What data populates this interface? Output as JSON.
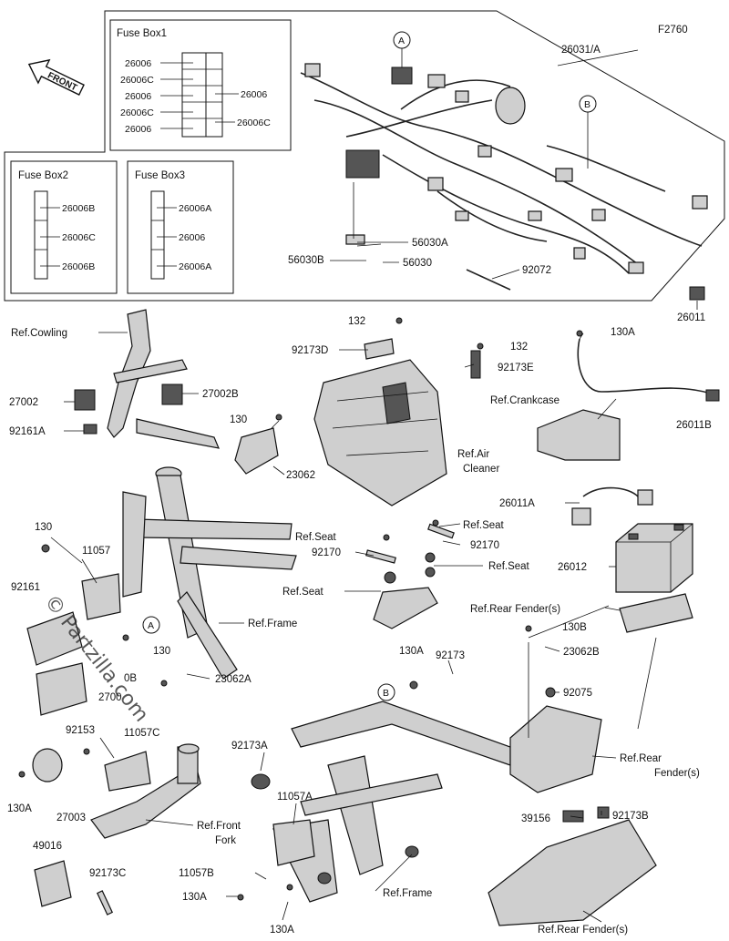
{
  "figure_code": "F2760",
  "front_label": "FRONT",
  "watermark": "© Partzilla.com",
  "fuse_boxes": {
    "box1": {
      "title": "Fuse Box1",
      "left_parts": [
        "26006",
        "26006C",
        "26006",
        "26006C",
        "26006"
      ],
      "right_parts": [
        "26006",
        "26006C"
      ]
    },
    "box2": {
      "title": "Fuse Box2",
      "parts": [
        "26006B",
        "26006C",
        "26006B"
      ]
    },
    "box3": {
      "title": "Fuse Box3",
      "parts": [
        "26006A",
        "26006",
        "26006A"
      ]
    }
  },
  "markers": {
    "a": "A",
    "b": "B"
  },
  "labels": {
    "harness": "26031/A",
    "l56030A": "56030A",
    "l56030B": "56030B",
    "l56030": "56030",
    "l92072": "92072",
    "l26011": "26011",
    "ref_cowling": "Ref.Cowling",
    "l27002": "27002",
    "l27002B": "27002B",
    "l92161A": "92161A",
    "l130_a": "130",
    "l23062": "23062",
    "l132_a": "132",
    "l92173D": "92173D",
    "l132_b": "132",
    "l92173E": "92173E",
    "ref_air_cleaner_1": "Ref.Air",
    "ref_air_cleaner_2": "Cleaner",
    "l130A_a": "130A",
    "ref_crankcase": "Ref.Crankcase",
    "l26011B": "26011B",
    "l26011A": "26011A",
    "l130_b": "130",
    "l11057": "11057",
    "l92161": "92161",
    "ref_seat_a": "Ref.Seat",
    "ref_seat_b": "Ref.Seat",
    "ref_seat_c": "Ref.Seat",
    "ref_seat_d": "Ref.Seat",
    "l92170_a": "92170",
    "l92170_b": "92170",
    "l26012": "26012",
    "ref_rear_fender_a": "Ref.Rear Fender(s)",
    "ref_frame_a": "Ref.Frame",
    "l130B_a": "130B",
    "l23062B": "23062B",
    "l130_c": "130",
    "l23062A": "23062A",
    "l27002_b": "2700",
    "l130B_b": "0B",
    "l92075": "92075",
    "l130A_b": "130A",
    "l92173": "92173",
    "l92153": "92153",
    "l11057C": "11057C",
    "l92173A": "92173A",
    "ref_rear_fender_b1": "Ref.Rear",
    "ref_rear_fender_b2": "Fender(s)",
    "l130A_c": "130A",
    "l27003": "27003",
    "ref_front_fork_1": "Ref.Front",
    "ref_front_fork_2": "Fork",
    "l11057A": "11057A",
    "l39156": "39156",
    "l92173B": "92173B",
    "l49016": "49016",
    "l92173C": "92173C",
    "l11057B": "11057B",
    "l130A_d": "130A",
    "l130A_e": "130A",
    "ref_frame_b": "Ref.Frame",
    "ref_rear_fender_c": "Ref.Rear Fender(s)"
  }
}
